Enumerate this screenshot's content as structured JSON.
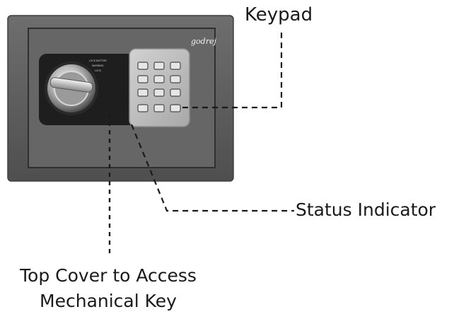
{
  "product": {
    "brand_logo": "godrej",
    "panel_text": [
      "LOCK BATTERY",
      "WARNING",
      "LOCK"
    ]
  },
  "callouts": {
    "keypad": "Keypad",
    "status_indicator": "Status Indicator",
    "top_cover_line1": "Top Cover to Access",
    "top_cover_line2": "Mechanical Key"
  },
  "colors": {
    "safe_body": "#5f5f5f",
    "door": "#646464",
    "knob_panel": "#1e1e1e",
    "keypad_panel": "#bdbdbd",
    "leader_line": "#1a1a1a"
  }
}
